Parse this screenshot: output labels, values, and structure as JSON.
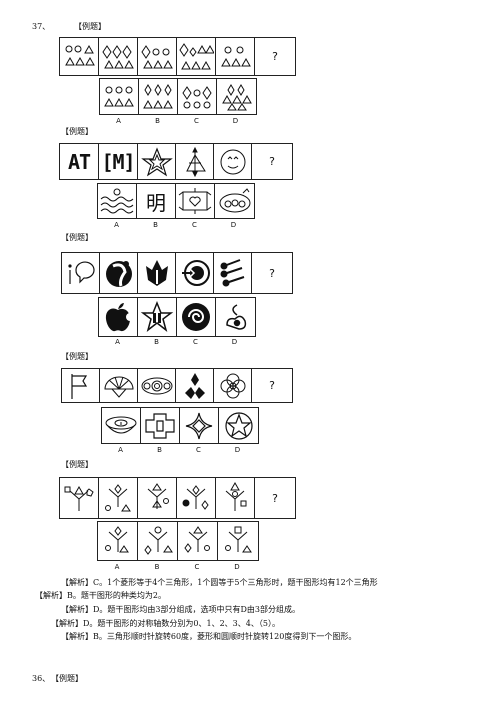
{
  "q37": {
    "number": "37、",
    "heading": "【例题】",
    "question_mark": "?",
    "options": [
      "A",
      "B",
      "C",
      "D"
    ]
  },
  "ex2": {
    "heading": "【例题】",
    "cell1": "AT",
    "cell2": "[M]",
    "option_b_char": "明",
    "question_mark": "?",
    "options": [
      "A",
      "B",
      "C",
      "D"
    ]
  },
  "ex3": {
    "heading": "【例题】",
    "question_mark": "?",
    "options": [
      "A",
      "B",
      "C",
      "D"
    ]
  },
  "ex4": {
    "heading": "【例题】",
    "question_mark": "?",
    "options": [
      "A",
      "B",
      "C",
      "D"
    ]
  },
  "ex5": {
    "heading": "【例题】",
    "question_mark": "?",
    "options": [
      "A",
      "B",
      "C",
      "D"
    ]
  },
  "analysis": [
    "【解析】C。1个菱形等于4个三角形，1个圆等于5个三角形时，题干图形均有12个三角形",
    "【解析】B。题干图形的种类均为2。",
    "【解析】D。题干图形均由3部分组成，选项中只有D由3部分组成。",
    "【解析】D。题干图形的对称轴数分别为0、1、2、3、4、（5）。",
    "【解析】B。三角形顺时针旋转60度，菱形和圆顺时针旋转120度得到下一个图形。"
  ],
  "q36": {
    "number": "36、",
    "heading": "【例题】"
  }
}
